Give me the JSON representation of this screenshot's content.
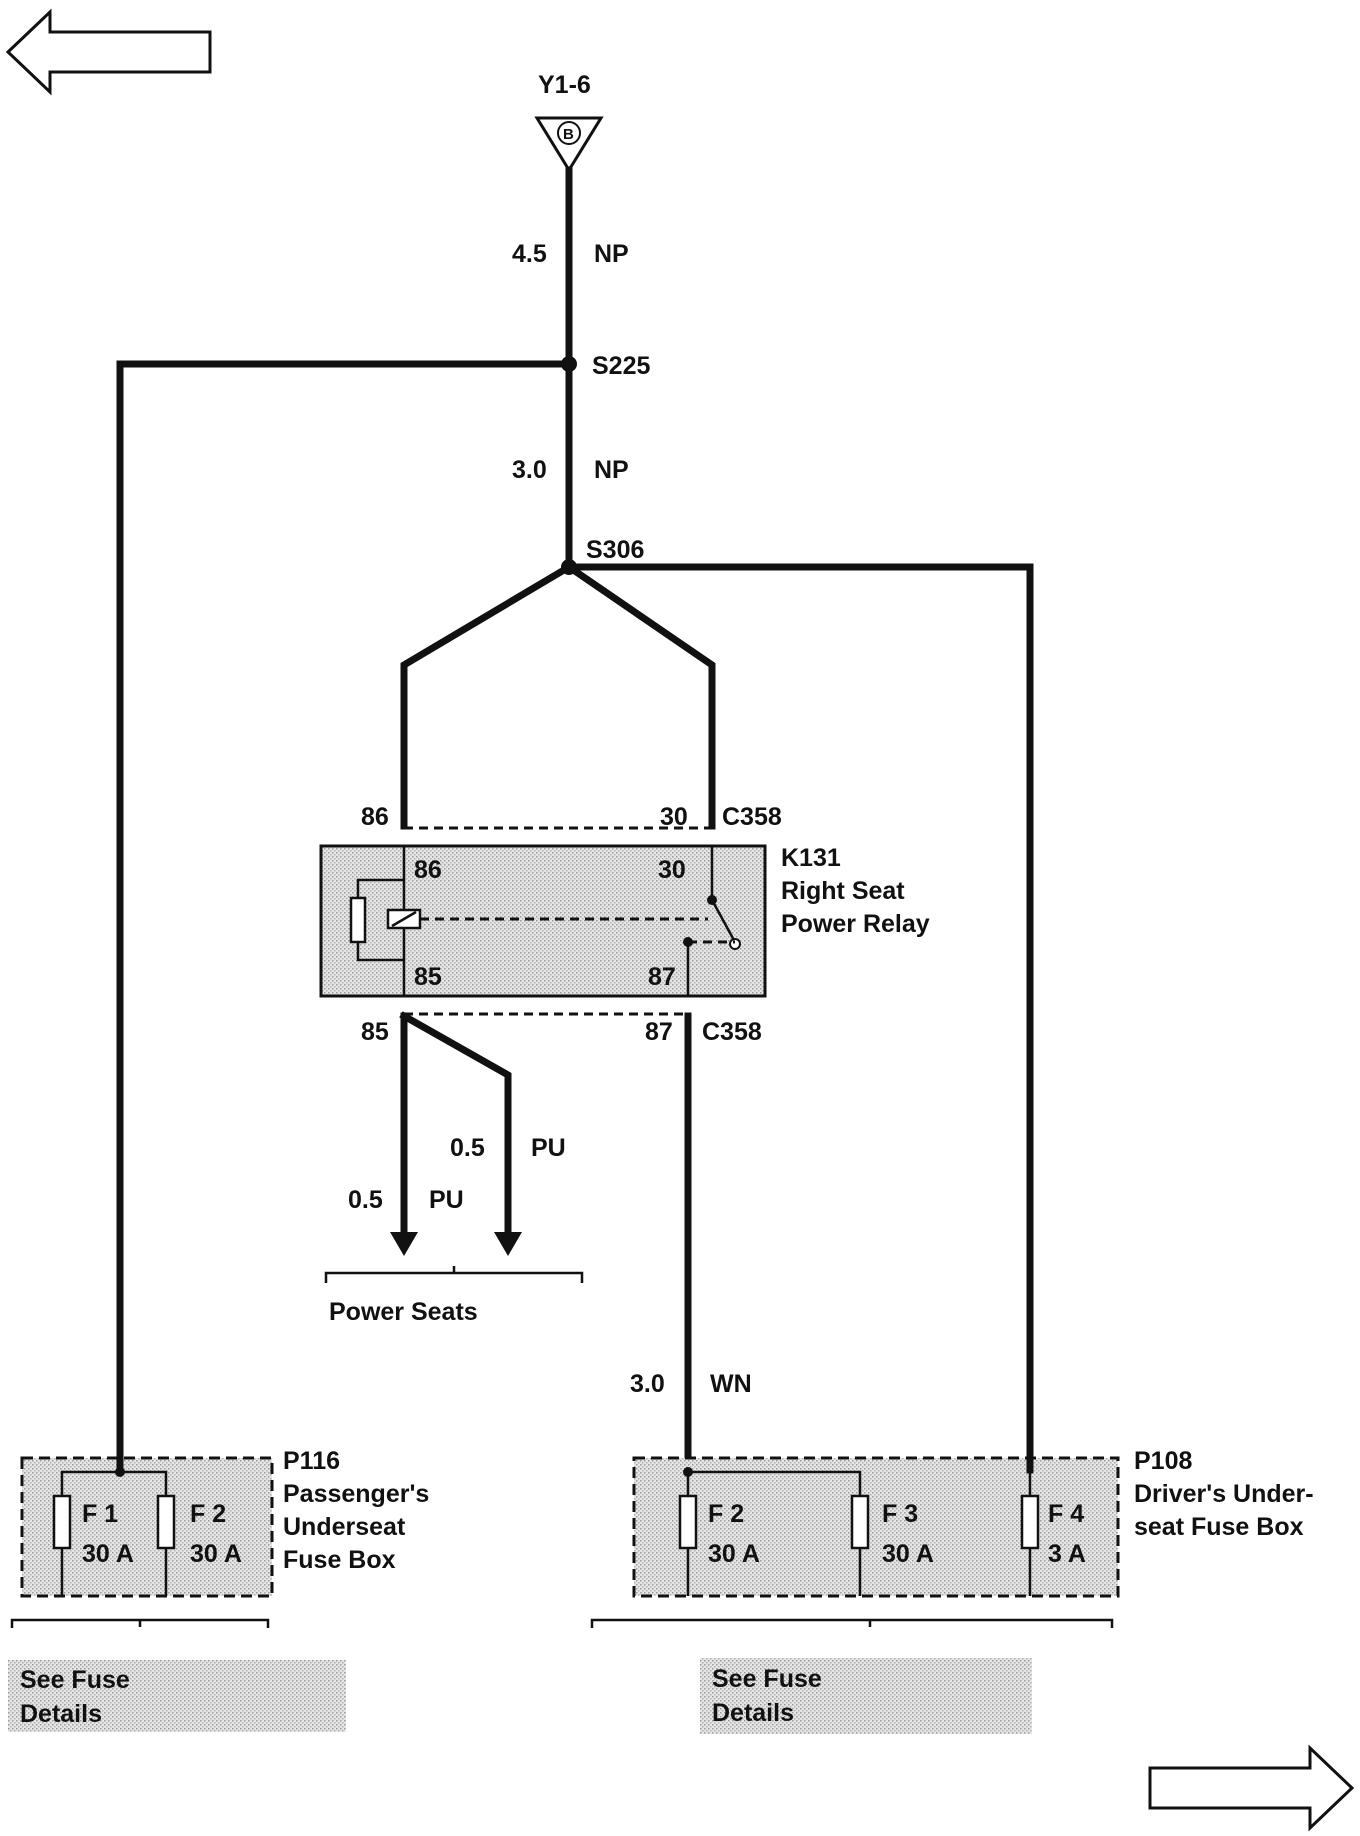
{
  "nav": {
    "back_icon": "left-arrow-icon",
    "forward_icon": "right-arrow-icon"
  },
  "source": {
    "ref": "Y1-6",
    "pin": "B"
  },
  "wires": {
    "top": {
      "gauge": "4.5",
      "color": "NP"
    },
    "mid": {
      "gauge": "3.0",
      "color": "NP"
    },
    "seat1": {
      "gauge": "0.5",
      "color": "PU"
    },
    "seat2": {
      "gauge": "0.5",
      "color": "PU"
    },
    "out": {
      "gauge": "3.0",
      "color": "WN"
    }
  },
  "splices": {
    "s225": "S225",
    "s306": "S306"
  },
  "connector": {
    "top_left_pin": "86",
    "top_right_pin": "30",
    "top_name": "C358",
    "bottom_left_pin": "85",
    "bottom_right_pin": "87",
    "bottom_name": "C358"
  },
  "relay": {
    "id": "K131",
    "name_line1": "Right Seat",
    "name_line2": "Power Relay",
    "pin_86": "86",
    "pin_30": "30",
    "pin_85": "85",
    "pin_87": "87"
  },
  "power_seats_label": "Power Seats",
  "p116": {
    "id": "P116",
    "name_line1": "Passenger's",
    "name_line2": "Underseat",
    "name_line3": "Fuse Box",
    "fuses": [
      {
        "name": "F 1",
        "rating": "30 A"
      },
      {
        "name": "F 2",
        "rating": "30 A"
      }
    ]
  },
  "p108": {
    "id": "P108",
    "name_line1": "Driver's Under-",
    "name_line2": "seat Fuse Box",
    "fuses": [
      {
        "name": "F 2",
        "rating": "30 A"
      },
      {
        "name": "F 3",
        "rating": "30 A"
      },
      {
        "name": "F 4",
        "rating": "3 A"
      }
    ]
  },
  "see_fuse_left": {
    "line1": "See Fuse",
    "line2": "Details"
  },
  "see_fuse_right": {
    "line1": "See Fuse",
    "line2": "Details"
  }
}
